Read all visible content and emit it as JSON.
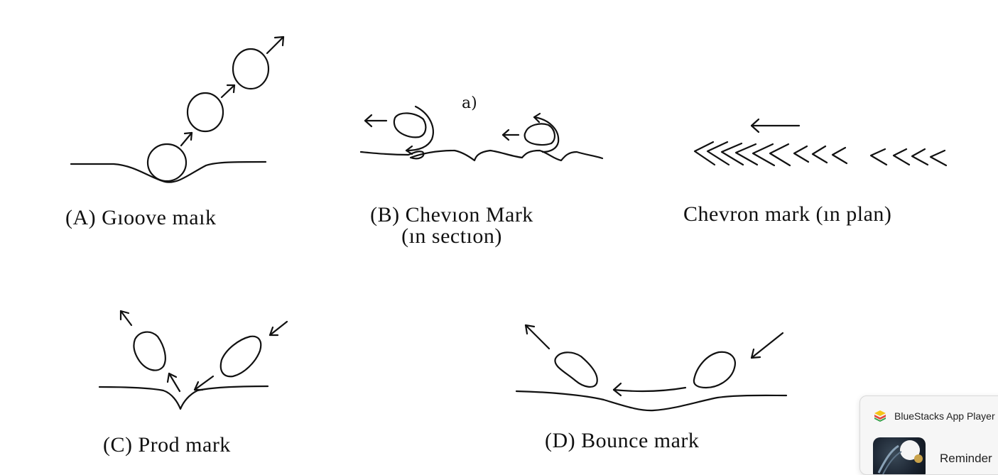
{
  "captions": {
    "groove": "(A) Gıoove maık",
    "chevron_section_line1": "(B) Chevıon Mark",
    "chevron_section_line2": "(ın sectıon)",
    "chevron_plan": "Chevron mark (ın plan)",
    "prod": "(C) Prod mark",
    "bounce": "(D) Bounce mark"
  },
  "annotation": {
    "handwritten_note": "a)"
  },
  "notification": {
    "app_name": "BlueStacks App Player",
    "title": "Reminder",
    "icon": "bluestacks-logo-icon",
    "thumbnail_icon": "game-thumbnail-icon"
  }
}
